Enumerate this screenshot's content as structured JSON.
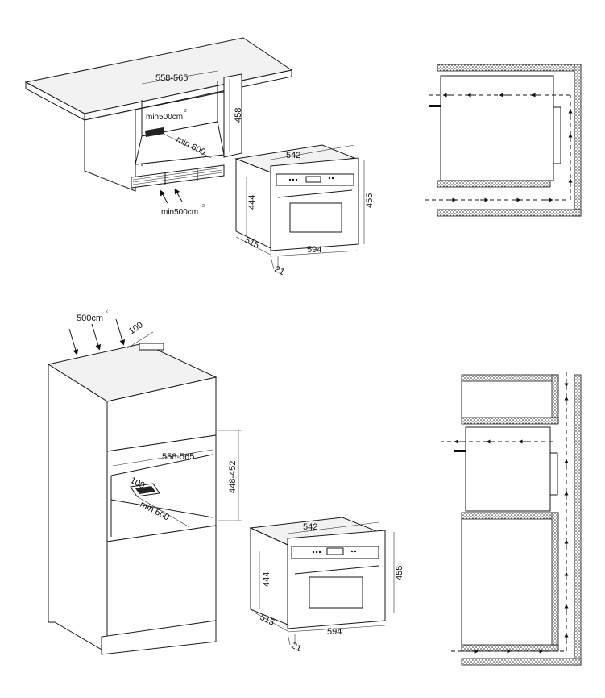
{
  "figure_1_under_counter": {
    "niche_width": "558-565",
    "niche_height": "458",
    "vent_area": "min500cm",
    "vent_area_sup": "2",
    "depth": "min 600",
    "front_vent_area": "min500cm",
    "front_vent_area_sup": "2"
  },
  "oven_1_dimensions": {
    "depth_top": "542",
    "body_height": "444",
    "front_height": "455",
    "body_depth": "515",
    "front_width": "594",
    "door_thickness": "21"
  },
  "figure_2_tall_cabinet": {
    "vent_area": "500cm",
    "vent_area_sup": "2",
    "top_gap": "100",
    "niche_width": "558-565",
    "niche_height": "448-452",
    "floor_gap": "100",
    "depth": "min 600"
  },
  "oven_2_dimensions": {
    "depth_top": "542",
    "body_height": "444",
    "front_height": "455",
    "body_depth": "515",
    "front_width": "594",
    "door_thickness": "21"
  }
}
